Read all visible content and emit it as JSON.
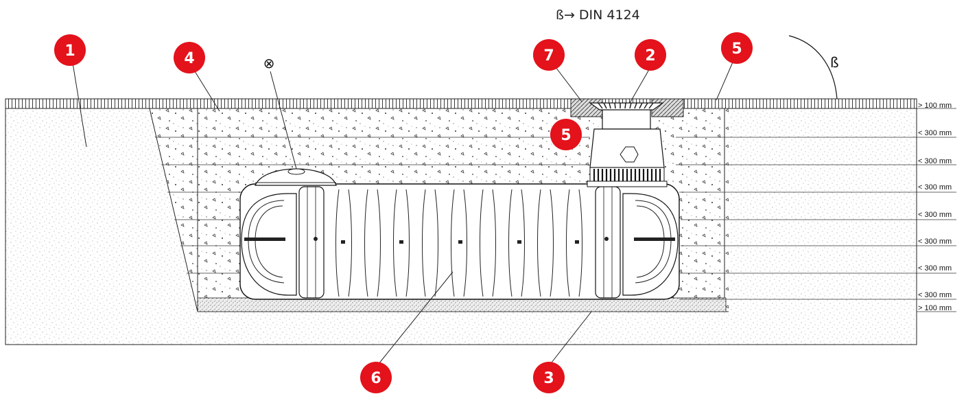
{
  "header": {
    "standard_text": "ß→ DIN 4124"
  },
  "angle_label": "ß",
  "vent_symbol": "⊗",
  "badge_color": "#e3121b",
  "badges": [
    {
      "id": "1",
      "label": "1"
    },
    {
      "id": "4",
      "label": "4"
    },
    {
      "id": "7",
      "label": "7"
    },
    {
      "id": "2",
      "label": "2"
    },
    {
      "id": "5a",
      "label": "5"
    },
    {
      "id": "5b",
      "label": "5"
    },
    {
      "id": "6",
      "label": "6"
    },
    {
      "id": "3",
      "label": "3"
    }
  ],
  "dimensions": [
    {
      "id": "d0",
      "label": "> 100 mm"
    },
    {
      "id": "d1",
      "label": "< 300 mm"
    },
    {
      "id": "d2",
      "label": "< 300 mm"
    },
    {
      "id": "d3",
      "label": "< 300 mm"
    },
    {
      "id": "d4",
      "label": "< 300 mm"
    },
    {
      "id": "d5",
      "label": "< 300 mm"
    },
    {
      "id": "d6",
      "label": "< 300 mm"
    },
    {
      "id": "d7",
      "label": "< 300 mm"
    },
    {
      "id": "d8",
      "label": "> 100 mm"
    }
  ]
}
